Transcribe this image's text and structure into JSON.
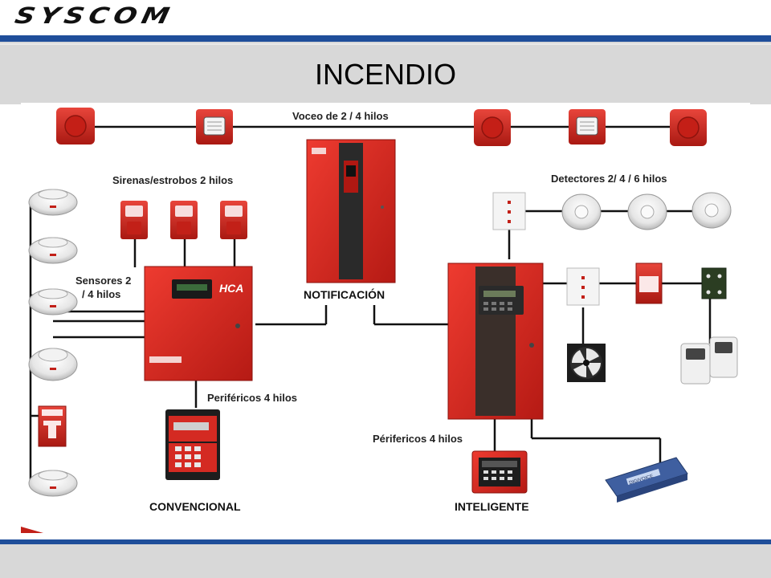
{
  "header": {
    "logo_text": "SYSCOM",
    "title": "INCENDIO"
  },
  "colors": {
    "brand_blue": "#1f4e9a",
    "band_gray": "#d8d8d8",
    "panel_red": "#d42a22",
    "wire": "#111111"
  },
  "diagram": {
    "labels": {
      "voceo": "Voceo de 2 / 4 hilos",
      "sirenas": "Sirenas/estrobos 2 hilos",
      "detectores": "Detectores  2/ 4 / 6 hilos",
      "sensores_1": "Sensores 2",
      "sensores_2": "/ 4 hilos",
      "notificacion": "NOTIFICACIÓN",
      "perifericos_conv": "Periféricos 4 hilos",
      "perifericos_int": "Périfericos 4 hilos",
      "convencional": "CONVENCIONAL",
      "inteligente": "INTELIGENTE",
      "panel_brand": "HCA",
      "printer_brand": "DIGIVOICE"
    }
  }
}
